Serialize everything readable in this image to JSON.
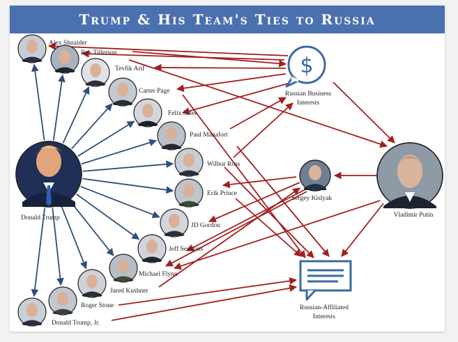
{
  "title": "Trump & His Team's Ties to Russia",
  "colors": {
    "banner": "#4a70b0",
    "blue_arrow": "#2e4f78",
    "red_arrow": "#a31f1f",
    "icon": "#3b6aa0"
  },
  "people": [
    {
      "id": "shnaider",
      "name": "Alex Shnaider"
    },
    {
      "id": "tillerson",
      "name": "Rex Tillerson"
    },
    {
      "id": "arif",
      "name": "Tevfik Arif"
    },
    {
      "id": "page",
      "name": "Carter Page"
    },
    {
      "id": "sater",
      "name": "Felix Sater"
    },
    {
      "id": "manafort",
      "name": "Paul Manafort"
    },
    {
      "id": "ross",
      "name": "Wilbur Ross"
    },
    {
      "id": "prince",
      "name": "Erik Prince"
    },
    {
      "id": "gordon",
      "name": "JD Gordon"
    },
    {
      "id": "sessions",
      "name": "Jeff Sessions"
    },
    {
      "id": "flynn",
      "name": "Michael Flynn"
    },
    {
      "id": "kushner",
      "name": "Jared Kushner"
    },
    {
      "id": "stone",
      "name": "Roger Stone"
    },
    {
      "id": "trumpjr",
      "name": "Donald Trump, Jr."
    }
  ],
  "trump": {
    "name": "Donald Trump"
  },
  "putin": {
    "name": "Vladimir Putin"
  },
  "kislyak": {
    "name": "Sergey Kislyak"
  },
  "business": {
    "line1": "Russian Business",
    "line2": "Interests",
    "icon": "dollar-speech-bubble-icon"
  },
  "affiliated": {
    "line1": "Russian-Affiliated",
    "line2": "Interests",
    "icon": "document-speech-bubble-icon"
  }
}
